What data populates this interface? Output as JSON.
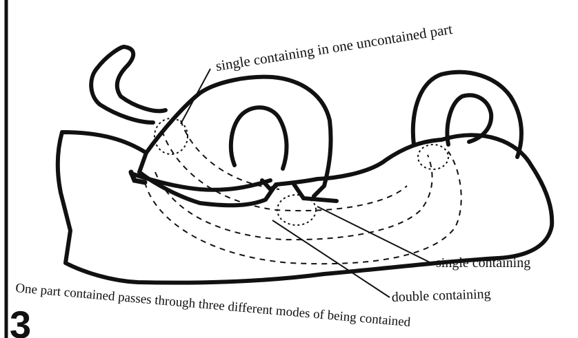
{
  "figure_number": "3",
  "labels": {
    "top": "single containing  in  one uncontained part",
    "right": "single  containing",
    "middle": "double  containing",
    "bottom": "One part contained passes through three different modes of being contained"
  },
  "colors": {
    "ink": "#111111",
    "paper": "#ffffff"
  }
}
